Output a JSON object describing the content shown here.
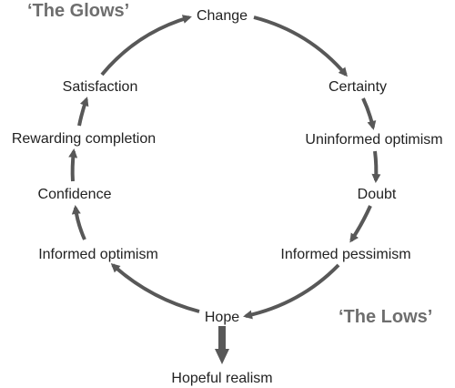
{
  "phases": {
    "glows": "‘The Glows’",
    "lows": "‘The Lows’"
  },
  "stages": {
    "change": "Change",
    "certainty": "Certainty",
    "uninformed_optimism": "Uninformed optimism",
    "doubt": "Doubt",
    "informed_pessimism": "Informed pessimism",
    "hope": "Hope",
    "hopeful_realism": "Hopeful realism",
    "informed_optimism": "Informed optimism",
    "confidence": "Confidence",
    "rewarding_completion": "Rewarding completion",
    "satisfaction": "Satisfaction"
  },
  "colors": {
    "arrow": "#585858",
    "text": "#222222",
    "phase_text": "#6e6e6e"
  }
}
